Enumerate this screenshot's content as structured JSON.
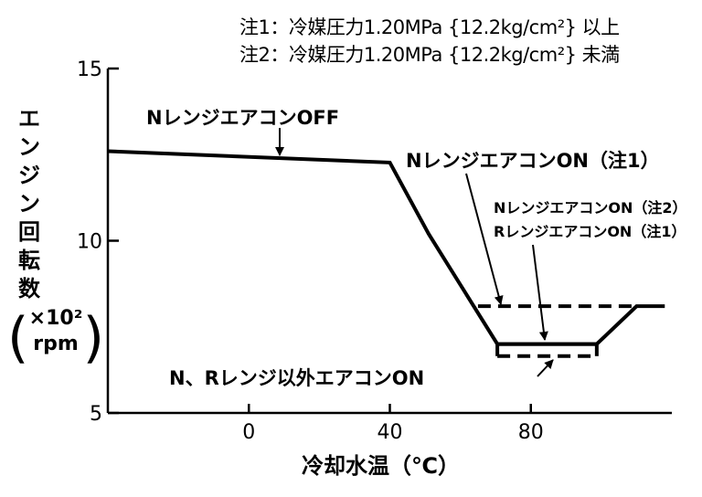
{
  "notes": [
    "注1：冷媒圧力1.20MPa {12.2kg/cm²} 以上",
    "注2：冷媒圧力1.20MPa {12.2kg/cm²} 未満"
  ],
  "chart_data": {
    "type": "line",
    "title": "",
    "xlabel": "冷却水温（℃）",
    "ylabel": "エンジン回転数",
    "yunit": "×10² rpm",
    "xlim": [
      -40,
      120
    ],
    "ylim": [
      5,
      15
    ],
    "xticks": [
      0,
      40,
      80
    ],
    "yticks": [
      5,
      10,
      15
    ],
    "grid": false,
    "series": [
      {
        "name": "Nレンジエアコンオフ",
        "style": "solid",
        "x": [
          -40,
          40,
          51,
          70.5,
          98.7,
          110,
          118
        ],
        "y": [
          12.6,
          12.27,
          10.2,
          7.0,
          7.0,
          8.1,
          8.1
        ]
      },
      {
        "name": "Nレンジエアコンオン（注1）",
        "style": "dashed",
        "x": [
          65,
          110
        ],
        "y": [
          8.1,
          8.1
        ]
      },
      {
        "name": "Nレンジ（注2）／Rレンジ（注1）エアコンオン",
        "style": "solid",
        "x": [
          70.5,
          98.7
        ],
        "y": [
          7.0,
          7.0
        ]
      },
      {
        "name": "N、Rレンジ以外エアコンオン",
        "style": "dashed",
        "x": [
          70.5,
          98.7
        ],
        "y": [
          6.65,
          6.65
        ]
      }
    ],
    "annotations": {
      "off": "NレンジエアコンOFF",
      "on1": "NレンジエアコンON（注1）",
      "on2a": "NレンジエアコンON（注2）",
      "on2b": "RレンジエアコンON（注1）",
      "other": "N、Rレンジ以外エアコンON"
    },
    "ylabel_chars": [
      "エ",
      "ン",
      "ジ",
      "ン",
      "回",
      "転",
      "数"
    ],
    "unit_line1": "×10²",
    "unit_line2": "rpm"
  }
}
